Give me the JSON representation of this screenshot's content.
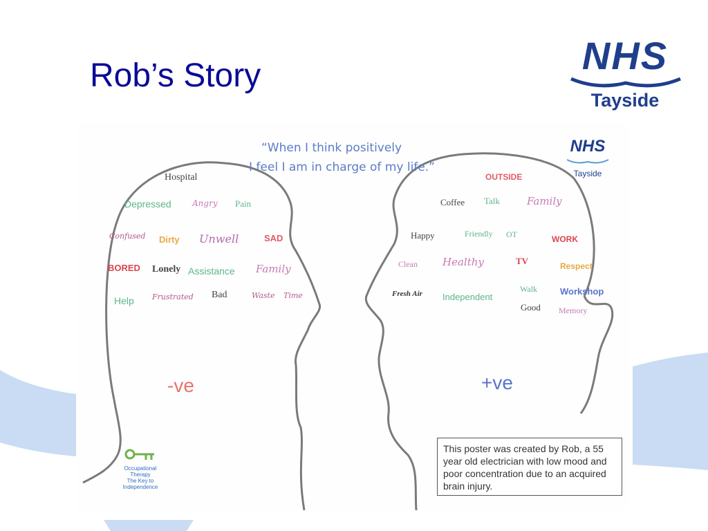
{
  "slide": {
    "title": "Rob’s Story",
    "logo_primary": "NHS",
    "logo_region": "Tayside"
  },
  "poster": {
    "quote_line1": "“When I think positively",
    "quote_line2": "I feel I am in charge of my life.”",
    "logo_primary": "NHS",
    "logo_region": "Tayside",
    "negative_label": "-ve",
    "positive_label": "+ve",
    "negative_words": [
      "Hospital",
      "Depressed",
      "Angry",
      "Pain",
      "Confused",
      "Dirty",
      "Unwell",
      "SAD",
      "BORED",
      "Lonely",
      "Assistance",
      "Family",
      "Help",
      "Frustrated",
      "Bad",
      "Waste",
      "Time"
    ],
    "positive_words": [
      "OUTSIDE",
      "Coffee",
      "Talk",
      "Family",
      "Happy",
      "Friendly",
      "OT",
      "WORK",
      "Clean",
      "Healthy",
      "TV",
      "Respect",
      "Fresh Air",
      "Independent",
      "Walk",
      "Workshop",
      "Good",
      "Memory"
    ],
    "note": "This poster was created by Rob, a 55 year old electrician with low mood and poor concentration due to an acquired brain injury.",
    "key_logo_lines": [
      "Occupational",
      "Therapy",
      "The Key to",
      "Independence"
    ]
  },
  "colors": {
    "title": "#0a0a96",
    "nhs_blue": "#1f3e8c",
    "negative": "#e8736f",
    "positive": "#5a74c8",
    "background_wave": "#c9dcf3"
  }
}
